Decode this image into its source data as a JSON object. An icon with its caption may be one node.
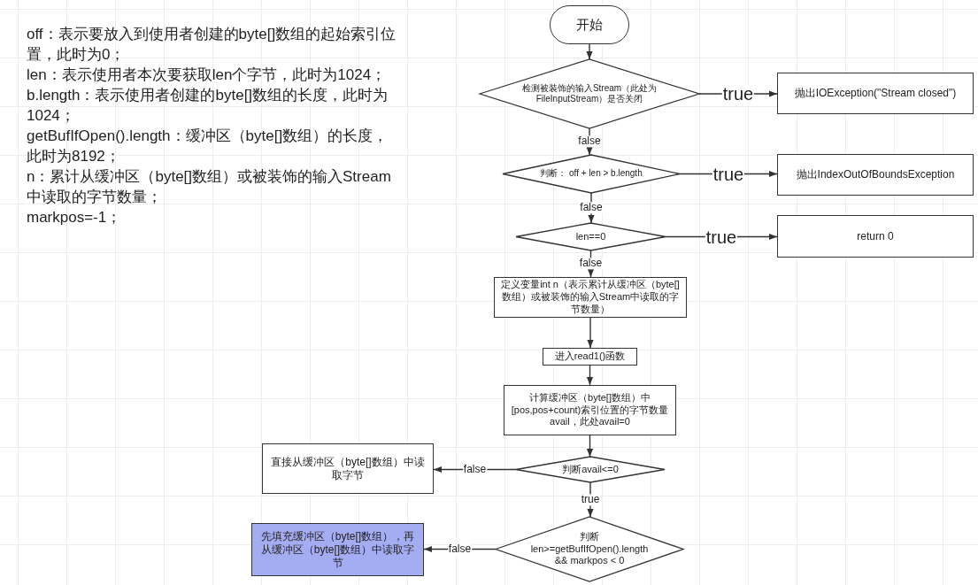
{
  "diagram": {
    "nodes": [
      {
        "text": [
          "开始"
        ]
      },
      {
        "text": [
          "检测被装饰的输入Stream（此处为FileInputStream）是否关闭"
        ]
      },
      {
        "text": [
          "抛出IOException(\"Stream closed\")"
        ]
      },
      {
        "text": [
          "判断： off + len > b.length"
        ]
      },
      {
        "text": [
          "抛出IndexOutOfBoundsException"
        ]
      },
      {
        "text": [
          "len==0"
        ]
      },
      {
        "text": [
          "return 0"
        ]
      },
      {
        "text": [
          "定义变量int n（表示累计从缓冲区（byte[]数组）或被装饰的输入Stream中读取的字节数量）"
        ]
      },
      {
        "text": [
          "进入read1()函数"
        ]
      },
      {
        "text": [
          "计算缓冲区（byte[]数组）中[pos,pos+count)索引位置的字节数量avail，此处avail=0"
        ]
      },
      {
        "text": [
          "判断avail<=0"
        ]
      },
      {
        "text": [
          "直接从缓冲区（byte[]数组）中读取字节"
        ]
      },
      {
        "text": [
          "判断 len>=getBufIfOpen().length && markpos < 0"
        ]
      },
      {
        "text": [
          "先填充缓冲区（byte[]数组），再从缓冲区（byte[]数组）中读取字节"
        ]
      }
    ],
    "edges": [
      {
        "from": 0,
        "to": 1,
        "arrow": "to"
      },
      {
        "from": 1,
        "to": 2,
        "arrow": "to",
        "label": "true"
      },
      {
        "from": 1,
        "to": 3,
        "arrow": "to",
        "label": "false"
      },
      {
        "from": 3,
        "to": 4,
        "arrow": "to",
        "label": "true"
      },
      {
        "from": 3,
        "to": 5,
        "arrow": "to",
        "label": "false"
      },
      {
        "from": 5,
        "to": 6,
        "arrow": "to",
        "label": "true"
      },
      {
        "from": 5,
        "to": 7,
        "arrow": "to",
        "label": "false"
      },
      {
        "from": 7,
        "to": 8,
        "arrow": "to"
      },
      {
        "from": 8,
        "to": 9,
        "arrow": "to"
      },
      {
        "from": 9,
        "to": 10,
        "arrow": "to"
      },
      {
        "from": 10,
        "to": 11,
        "arrow": "to",
        "label": "false"
      },
      {
        "from": 10,
        "to": 12,
        "arrow": "to",
        "label": "true"
      },
      {
        "from": 12,
        "to": 13,
        "arrow": "to",
        "label": "false"
      }
    ],
    "labels": [
      "off：表示要放入到使用者创建的byte[]数组的起始索引位置，此时为0；",
      "len：表示使用者本次要获取len个字节，此时为1024；",
      "b.length：表示使用者创建的byte[]数组的长度，此时为1024；",
      "getBufIfOpen().length：缓冲区（byte[]数组）的长度，此时为8192；",
      "n：累计从缓冲区（byte[]数组）或被装饰的输入Stream中读取的字节数量；",
      "markpos=-1；"
    ]
  }
}
